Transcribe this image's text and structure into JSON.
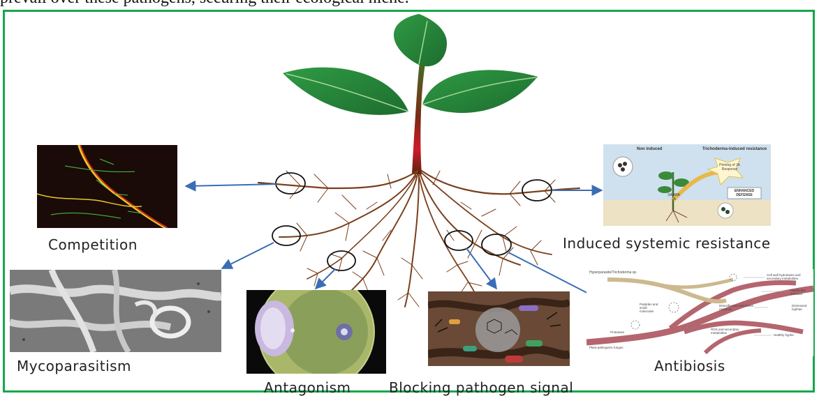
{
  "intro_text": "prevail over these pathogens, securing their ecological niche.",
  "labels": {
    "competition": "Competition",
    "isr": "Induced systemic resistance",
    "mycoparasitism": "Mycoparasitism",
    "antagonism": "Antagonism",
    "blocking": "Blocking pathogen signal",
    "antibiosis": "Antibiosis"
  },
  "isr_panel": {
    "non_induced": "Non induced",
    "trichoderma_induced": "Trichoderma-induced resistance",
    "priming": "Priming of JA Response",
    "enhanced": "ENHANCED DEFENSE",
    "hormones": "SA ABA JA"
  },
  "antibiosis_panel": {
    "hyperparasite": "Hyperparasite/Trichoderma sp.",
    "cell_wall": "Cell wall hydrolases and secondary metabolites",
    "papilla": "Papilla-like structure",
    "peptides": "Peptides and small molecules",
    "detox": "Detoxification and stress response",
    "distressed": "Distressed hyphae",
    "ros": "ROS and secondary metabolites",
    "proteases": "Proteases",
    "healthy": "Healthy hypha",
    "plant_pathogenic": "Plant-pathogenic fungus"
  },
  "colors": {
    "frame": "#14a84a",
    "arrow": "#3a6db5",
    "root": "#7a3f1c",
    "leaf": "#2e8b3e",
    "stem_red": "#c0182a"
  }
}
